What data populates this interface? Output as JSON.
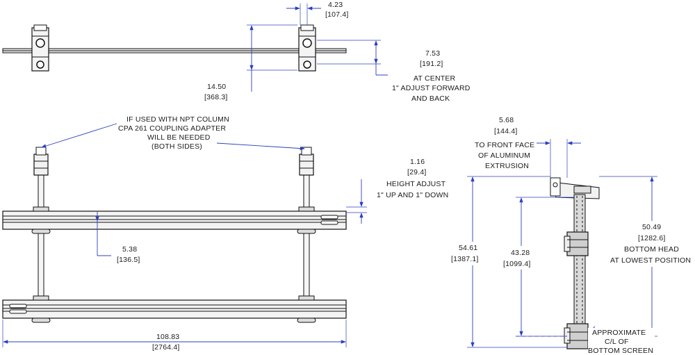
{
  "top_view": {
    "offset_in": "4.23",
    "offset_mm": "[107.4]",
    "depth_in": "7.53",
    "depth_mm": "[191.2]",
    "depth_note_1": "AT CENTER",
    "depth_note_2": "1\" ADJUST FORWARD",
    "depth_note_3": "AND BACK",
    "width_in": "14.50",
    "width_mm": "[368.3]"
  },
  "front_view": {
    "note_1": "IF USED WITH NPT COLUMN",
    "note_2": "CPA 261 COUPLING ADAPTER",
    "note_3": "WILL BE NEEDED",
    "note_4": "(BOTH SIDES)",
    "height_adjust_in": "1.16",
    "height_adjust_mm": "[29.4]",
    "height_adjust_note_1": "HEIGHT ADJUST",
    "height_adjust_note_2": "1\" UP AND 1\" DOWN",
    "spacing_in": "5.38",
    "spacing_mm": "[136.5]",
    "overall_width_in": "108.83",
    "overall_width_mm": "[2764.4]"
  },
  "side_view": {
    "face_offset_in": "5.68",
    "face_offset_mm": "[144.4]",
    "face_note_1": "TO FRONT FACE",
    "face_note_2": "OF ALUMINUM",
    "face_note_3": "EXTRUSION",
    "overall_height_in": "54.61",
    "overall_height_mm": "[1387.1]",
    "inner_height_in": "43.28",
    "inner_height_mm": "[1099.4]",
    "bottom_head_in": "50.49",
    "bottom_head_mm": "[1282.6]",
    "bottom_head_note_1": "BOTTOM HEAD",
    "bottom_head_note_2": "AT LOWEST POSITION",
    "cl_note_1": "APPROXIMATE",
    "cl_note_2": "C/L OF",
    "cl_note_3": "BOTTOM SCREEN"
  }
}
